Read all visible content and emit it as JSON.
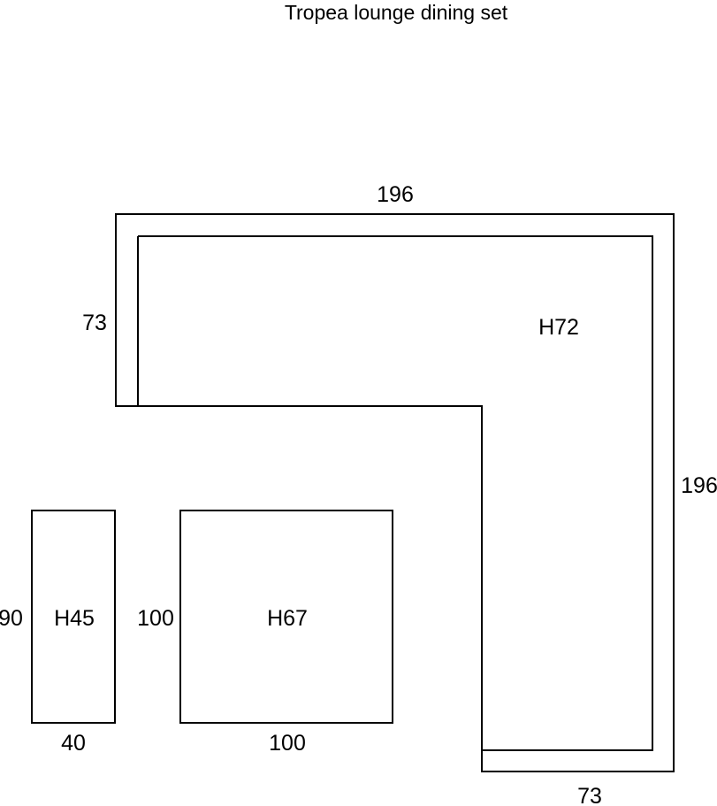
{
  "title": "Tropea lounge dining set",
  "corner_sofa": {
    "top_width": "196",
    "side_depth": "73",
    "height": "H72",
    "right_length": "196",
    "bottom_depth": "73"
  },
  "stool": {
    "length": "90",
    "height": "H45",
    "width": "40"
  },
  "table": {
    "length": "100",
    "height": "H67",
    "width": "100"
  }
}
